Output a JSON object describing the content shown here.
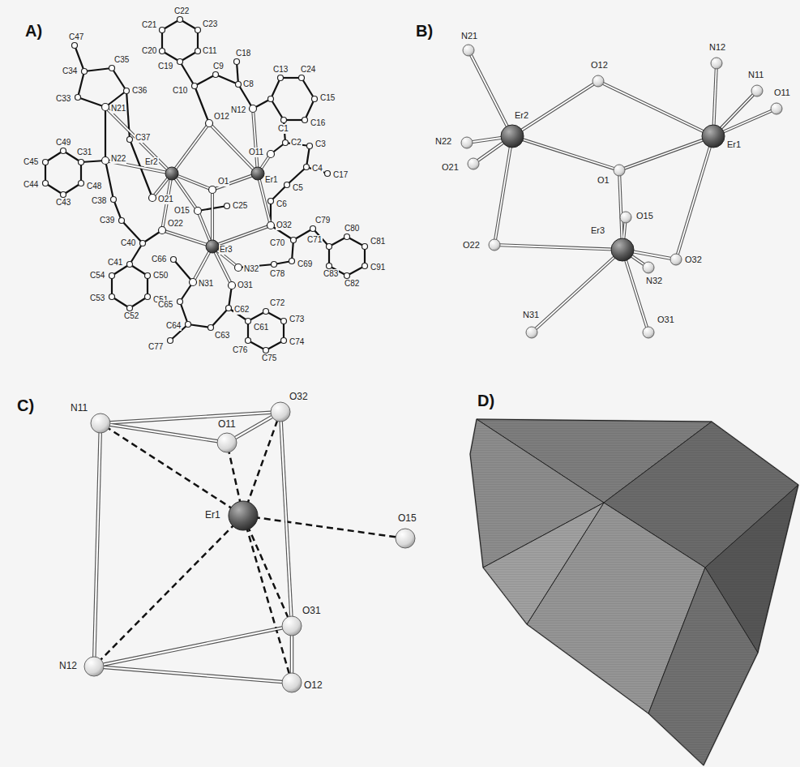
{
  "diagram": {
    "labels": [
      "A)",
      "C22",
      "C21",
      "C23",
      "C20",
      "C11",
      "C19",
      "C10",
      "C9",
      "C18",
      "C8",
      "N12",
      "O12",
      "C13",
      "C24",
      "C15",
      "C16",
      "C1",
      "C2",
      "C3",
      "C4",
      "C17",
      "O11",
      "C5",
      "C6",
      "Er1",
      "C47",
      "C34",
      "C35",
      "C36",
      "N21",
      "C33",
      "N22",
      "C31",
      "C49",
      "C45",
      "C44",
      "C43",
      "C48",
      "C37",
      "O21",
      "C38",
      "C39",
      "C40",
      "O22",
      "C41",
      "C54",
      "C53",
      "C52",
      "C51",
      "C50",
      "Er2",
      "O1",
      "O15",
      "C25",
      "Er3",
      "O32",
      "C70",
      "C79",
      "C71",
      "C80",
      "C81",
      "C91",
      "C82",
      "C83",
      "C69",
      "C78",
      "N32",
      "C66",
      "N31",
      "C65",
      "C64",
      "C77",
      "C63",
      "O31",
      "C62",
      "C61",
      "C72",
      "C73",
      "C74",
      "C75",
      "C76",
      "B)",
      "N21",
      "O12",
      "N12",
      "N11",
      "O11",
      "N22",
      "O21",
      "Er2",
      "Er1",
      "O1",
      "O22",
      "O15",
      "Er3",
      "N32",
      "O32",
      "N31",
      "O31",
      "C)",
      "N11",
      "O32",
      "O11",
      "Er1",
      "O15",
      "O31",
      "N12",
      "O12",
      "D)"
    ]
  }
}
